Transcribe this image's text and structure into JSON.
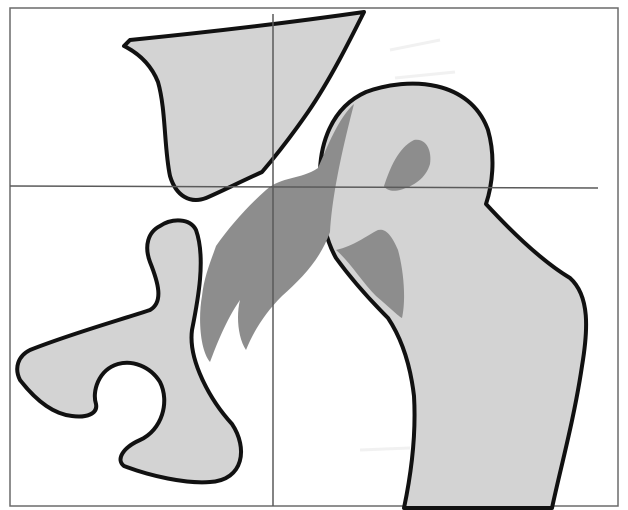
{
  "figure": {
    "type": "anatomical-line-drawing",
    "subject": "hip-joint",
    "colors": {
      "background": "#ffffff",
      "frame": "#6a6a6a",
      "outline": "#111111",
      "bone_fill": "#d3d3d3",
      "cartilage_fill": "#8d8d8d",
      "guide_line": "#5a5a5a",
      "bleed_through_text": "#e9e9e9"
    },
    "elements": [
      "acetabulum-upper-bone",
      "pelvic-lower-bone",
      "femoral-head-and-shaft",
      "joint-space-shading",
      "horizontal-reference-line",
      "vertical-reference-line"
    ]
  }
}
